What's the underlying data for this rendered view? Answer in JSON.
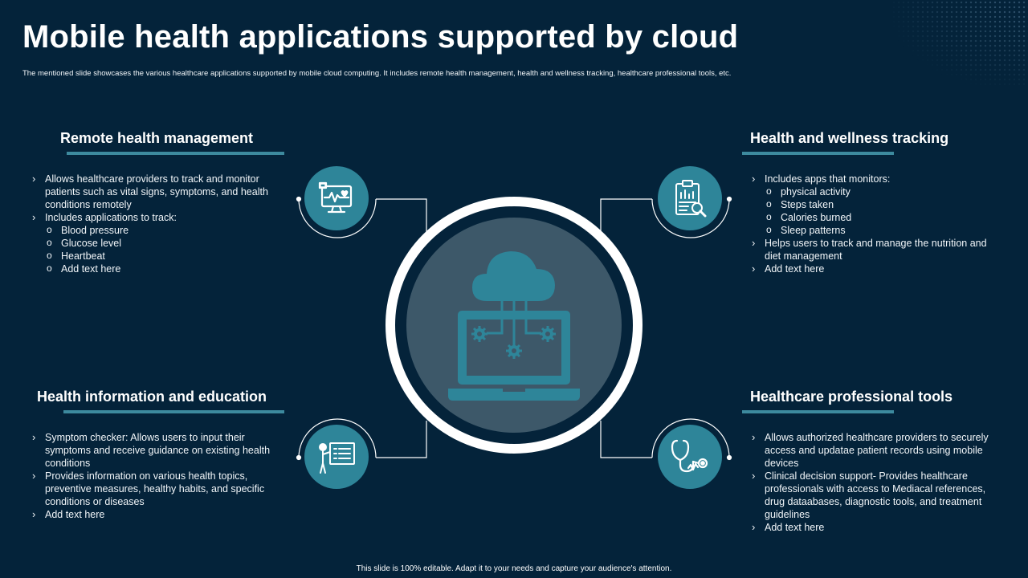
{
  "title": "Mobile health applications supported by cloud",
  "subtitle": "The mentioned slide showcases the various healthcare applications supported by mobile cloud computing. It includes remote health management, health and wellness tracking, healthcare professional tools, etc.",
  "footer": "This slide is 100% editable. Adapt it to your needs and capture your audience's attention.",
  "sections": {
    "remote": {
      "title": "Remote health management",
      "items": [
        "Allows healthcare providers to track and monitor patients such as vital signs, symptoms, and health conditions remotely",
        "Includes applications to track:"
      ],
      "subitems": [
        "Blood pressure",
        "Glucose level",
        "Heartbeat",
        "Add text here"
      ]
    },
    "wellness": {
      "title": "Health and wellness tracking",
      "item_intro": "Includes apps that monitors:",
      "subitems": [
        "physical activity",
        "Steps taken",
        "Calories burned",
        "Sleep patterns"
      ],
      "items": [
        "Helps users to track and manage the nutrition and diet management",
        "Add text here"
      ]
    },
    "education": {
      "title": "Health information and education",
      "items": [
        "Symptom checker: Allows users to input their symptoms and receive guidance on existing health conditions",
        "Provides information on various health topics, preventive measures, healthy habits, and specific conditions or diseases",
        "Add text here"
      ]
    },
    "professional": {
      "title": "Healthcare professional tools",
      "items": [
        "Allows authorized healthcare providers to securely access and updatae patient records using mobile devices",
        "Clinical decision support- Provides healthcare professionals with access to Mediacal references, drug dataabases, diagnostic tools, and treatment guidelines",
        "Add text here"
      ]
    }
  },
  "icons": {
    "center": "cloud-laptop-icon",
    "remote": "heart-monitor-icon",
    "wellness": "clipboard-chart-icon",
    "education": "presentation-board-icon",
    "professional": "stethoscope-icon"
  },
  "colors": {
    "background": "#04233a",
    "accent": "#2e8599",
    "bar": "#3d8a9e",
    "center_fill": "#3d5869",
    "text": "#ffffff"
  }
}
